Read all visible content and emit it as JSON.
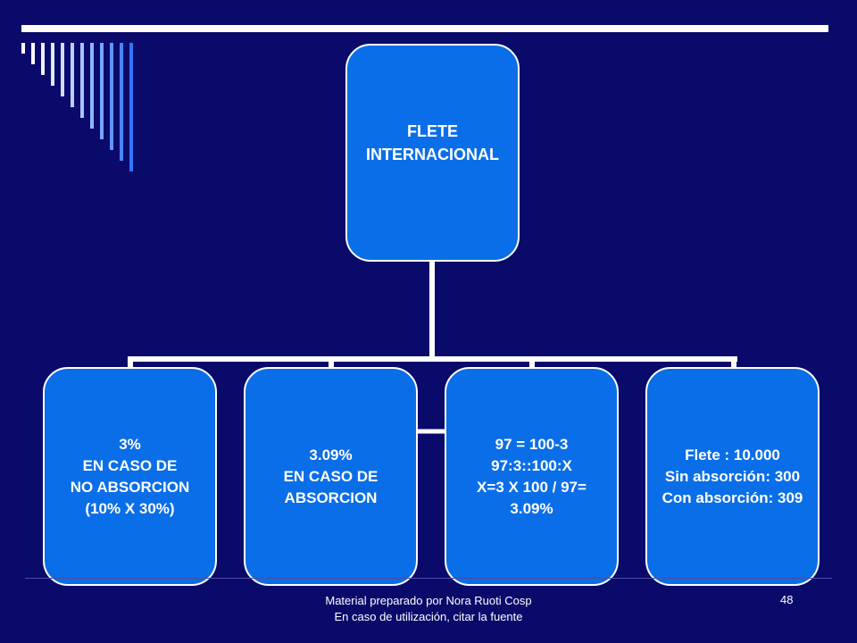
{
  "diagram": {
    "root": {
      "lines": [
        "FLETE",
        "INTERNACIONAL"
      ]
    },
    "children": [
      {
        "lines": [
          "3%",
          "EN CASO DE",
          "NO ABSORCION",
          "(10% X 30%)"
        ]
      },
      {
        "lines": [
          "3.09%",
          "EN CASO DE",
          "ABSORCION"
        ]
      },
      {
        "lines": [
          "97 = 100-3",
          "97:3::100:X",
          "X=3 X 100 / 97=",
          "3.09%"
        ]
      },
      {
        "lines": [
          "Flete : 10.000",
          "Sin absorción: 300",
          "Con absorción: 309"
        ]
      }
    ]
  },
  "footer": {
    "line1": "Material preparado por Nora Ruoti Cosp",
    "line2": "En caso de utilización, citar la fuente",
    "page_number": "48"
  },
  "colors": {
    "background": "#0a0a6b",
    "box_fill": "#0a6ee8",
    "lines": "#ffffff"
  }
}
